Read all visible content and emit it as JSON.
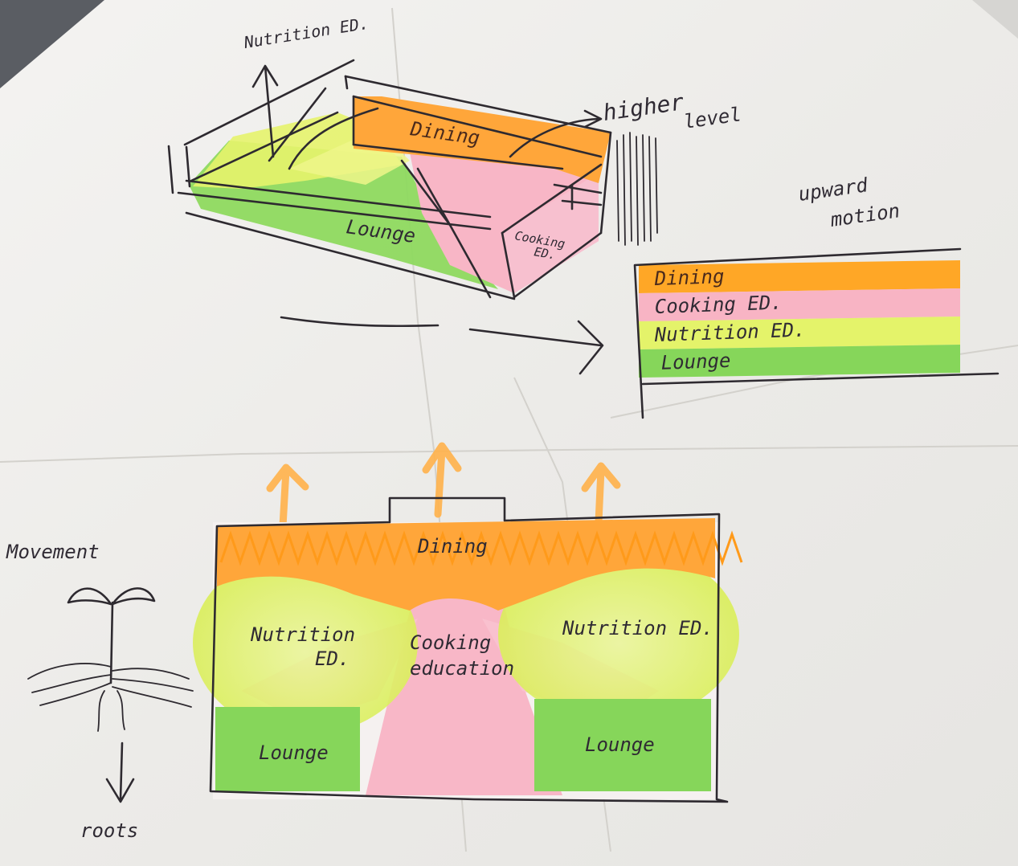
{
  "colors": {
    "paper": "#f2f1ee",
    "dining": "#ffa726",
    "cooking": "#f8b4c4",
    "nutrition": "#e4f36a",
    "lounge": "#86d65a",
    "ink": "#2e2a30"
  },
  "top_sketch": {
    "nutrition_label": "Nutrition ED.",
    "dining_label": "Dining",
    "higher_label": "higher",
    "level_label": "level",
    "lounge_label": "Lounge",
    "cooking_line1": "Cooking",
    "cooking_line2": "ED."
  },
  "stack": {
    "upward_line1": "upward",
    "upward_line2": "motion",
    "rows": [
      {
        "label": "Dining",
        "color": "#ffa726"
      },
      {
        "label": "Cooking ED.",
        "color": "#f8b4c4"
      },
      {
        "label": "Nutrition ED.",
        "color": "#e4f36a"
      },
      {
        "label": "Lounge",
        "color": "#86d65a"
      }
    ]
  },
  "plan": {
    "dining": "Dining",
    "nutrition_left_line1": "Nutrition",
    "nutrition_left_line2": "ED.",
    "cooking_line1": "Cooking",
    "cooking_line2": "education",
    "nutrition_right": "Nutrition ED.",
    "lounge_left": "Lounge",
    "lounge_right": "Lounge"
  },
  "plant": {
    "movement_label": "Movement",
    "roots_label": "roots"
  }
}
